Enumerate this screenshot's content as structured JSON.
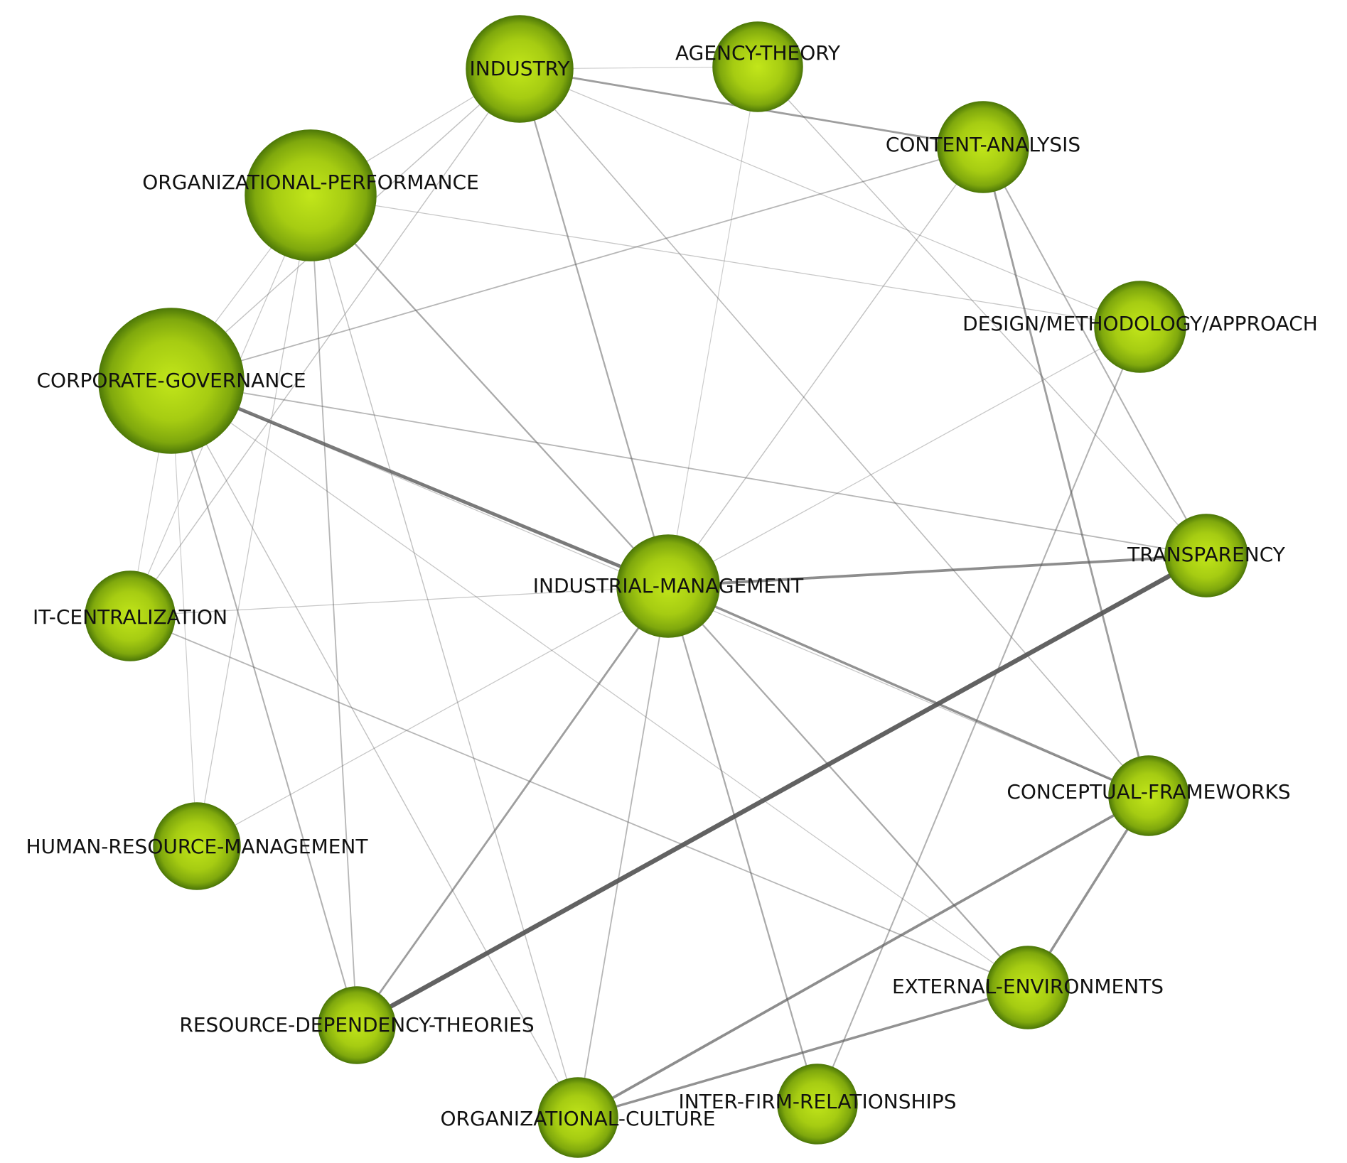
{
  "diagram": {
    "type": "network",
    "node_color": "#a8cc16",
    "node_edge_color": "#4f7a08",
    "edge_color": "#555555",
    "nodes": [
      {
        "id": "industry",
        "label": "INDUSTRY"
      },
      {
        "id": "agency_theory",
        "label": "AGENCY-THEORY"
      },
      {
        "id": "content_analysis",
        "label": "CONTENT-ANALYSIS"
      },
      {
        "id": "organizational_performance",
        "label": "ORGANIZATIONAL-PERFORMANCE"
      },
      {
        "id": "design_methodology_approach",
        "label": "DESIGN/METHODOLOGY/APPROACH"
      },
      {
        "id": "corporate_governance",
        "label": "CORPORATE-GOVERNANCE"
      },
      {
        "id": "transparency",
        "label": "TRANSPARENCY"
      },
      {
        "id": "industrial_management",
        "label": "INDUSTRIAL-MANAGEMENT"
      },
      {
        "id": "it_centralization",
        "label": "IT-CENTRALIZATION"
      },
      {
        "id": "conceptual_frameworks",
        "label": "CONCEPTUAL-FRAMEWORKS"
      },
      {
        "id": "human_resource_management",
        "label": "HUMAN-RESOURCE-MANAGEMENT"
      },
      {
        "id": "external_environments",
        "label": "EXTERNAL-ENVIRONMENTS"
      },
      {
        "id": "resource_dependency_theories",
        "label": "RESOURCE-DEPENDENCY-THEORIES"
      },
      {
        "id": "inter_firm_relationships",
        "label": "INTER-FIRM-RELATIONSHIPS"
      },
      {
        "id": "organizational_culture",
        "label": "ORGANIZATIONAL-CULTURE"
      }
    ],
    "edges": [
      {
        "source": "industry",
        "target": "agency_theory",
        "weight": 0.12
      },
      {
        "source": "industry",
        "target": "content_analysis",
        "weight": 0.5
      },
      {
        "source": "industry",
        "target": "organizational_performance",
        "weight": 0.15
      },
      {
        "source": "industry",
        "target": "corporate_governance",
        "weight": 0.2
      },
      {
        "source": "industry",
        "target": "industrial_management",
        "weight": 0.4
      },
      {
        "source": "industry",
        "target": "design_methodology_approach",
        "weight": 0.15
      },
      {
        "source": "industry",
        "target": "conceptual_frameworks",
        "weight": 0.25
      },
      {
        "source": "industry",
        "target": "it_centralization",
        "weight": 0.2
      },
      {
        "source": "agency_theory",
        "target": "industrial_management",
        "weight": 0.12
      },
      {
        "source": "agency_theory",
        "target": "transparency",
        "weight": 0.2
      },
      {
        "source": "content_analysis",
        "target": "corporate_governance",
        "weight": 0.3
      },
      {
        "source": "content_analysis",
        "target": "industrial_management",
        "weight": 0.2
      },
      {
        "source": "content_analysis",
        "target": "transparency",
        "weight": 0.35
      },
      {
        "source": "content_analysis",
        "target": "conceptual_frameworks",
        "weight": 0.5
      },
      {
        "source": "organizational_performance",
        "target": "corporate_governance",
        "weight": 0.15
      },
      {
        "source": "organizational_performance",
        "target": "industrial_management",
        "weight": 0.4
      },
      {
        "source": "organizational_performance",
        "target": "organizational_culture",
        "weight": 0.2
      },
      {
        "source": "organizational_performance",
        "target": "resource_dependency_theories",
        "weight": 0.3
      },
      {
        "source": "organizational_performance",
        "target": "human_resource_management",
        "weight": 0.15
      },
      {
        "source": "organizational_performance",
        "target": "design_methodology_approach",
        "weight": 0.15
      },
      {
        "source": "organizational_performance",
        "target": "it_centralization",
        "weight": 0.15
      },
      {
        "source": "design_methodology_approach",
        "target": "industrial_management",
        "weight": 0.15
      },
      {
        "source": "design_methodology_approach",
        "target": "inter_firm_relationships",
        "weight": 0.35
      },
      {
        "source": "corporate_governance",
        "target": "industrial_management",
        "weight": 0.8
      },
      {
        "source": "corporate_governance",
        "target": "transparency",
        "weight": 0.3
      },
      {
        "source": "corporate_governance",
        "target": "it_centralization",
        "weight": 0.12
      },
      {
        "source": "corporate_governance",
        "target": "human_resource_management",
        "weight": 0.12
      },
      {
        "source": "corporate_governance",
        "target": "resource_dependency_theories",
        "weight": 0.35
      },
      {
        "source": "corporate_governance",
        "target": "organizational_culture",
        "weight": 0.2
      },
      {
        "source": "corporate_governance",
        "target": "external_environments",
        "weight": 0.15
      },
      {
        "source": "corporate_governance",
        "target": "conceptual_frameworks",
        "weight": 0.15
      },
      {
        "source": "industrial_management",
        "target": "transparency",
        "weight": 0.65
      },
      {
        "source": "industrial_management",
        "target": "it_centralization",
        "weight": 0.15
      },
      {
        "source": "industrial_management",
        "target": "conceptual_frameworks",
        "weight": 0.6
      },
      {
        "source": "industrial_management",
        "target": "external_environments",
        "weight": 0.4
      },
      {
        "source": "industrial_management",
        "target": "inter_firm_relationships",
        "weight": 0.4
      },
      {
        "source": "industrial_management",
        "target": "organizational_culture",
        "weight": 0.3
      },
      {
        "source": "industrial_management",
        "target": "resource_dependency_theories",
        "weight": 0.5
      },
      {
        "source": "industrial_management",
        "target": "human_resource_management",
        "weight": 0.15
      },
      {
        "source": "transparency",
        "target": "resource_dependency_theories",
        "weight": 1.0
      },
      {
        "source": "it_centralization",
        "target": "external_environments",
        "weight": 0.3
      },
      {
        "source": "conceptual_frameworks",
        "target": "external_environments",
        "weight": 0.6
      },
      {
        "source": "conceptual_frameworks",
        "target": "organizational_culture",
        "weight": 0.65
      },
      {
        "source": "external_environments",
        "target": "organizational_culture",
        "weight": 0.6
      }
    ]
  }
}
